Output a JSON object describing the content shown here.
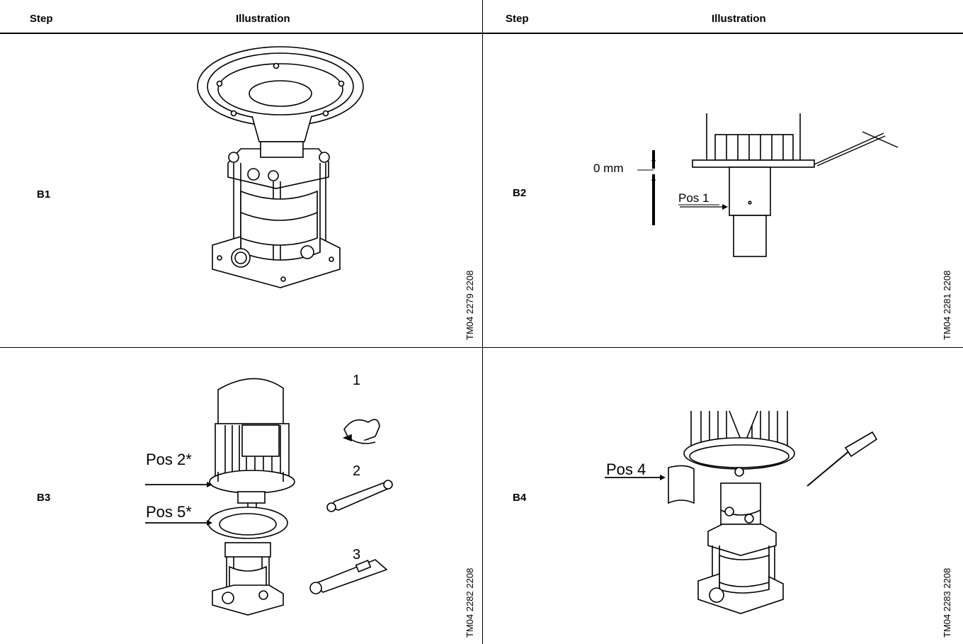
{
  "header": {
    "left_step": "Step",
    "left_illustration": "Illustration",
    "right_step": "Step",
    "right_illustration": "Illustration"
  },
  "rows": [
    {
      "step": "B1",
      "code": "TM04 2279 2208"
    },
    {
      "step": "B2",
      "code": "TM04 2281 2208",
      "labels": {
        "zero": "0 mm",
        "pos": "Pos 1"
      }
    },
    {
      "step": "B3",
      "code": "TM04 2282 2208",
      "labels": {
        "pos2": "Pos 2*",
        "pos5": "Pos 5*",
        "n1": "1",
        "n2": "2",
        "n3": "3"
      }
    },
    {
      "step": "B4",
      "code": "TM04 2283 2208",
      "labels": {
        "pos": "Pos 4"
      }
    }
  ]
}
